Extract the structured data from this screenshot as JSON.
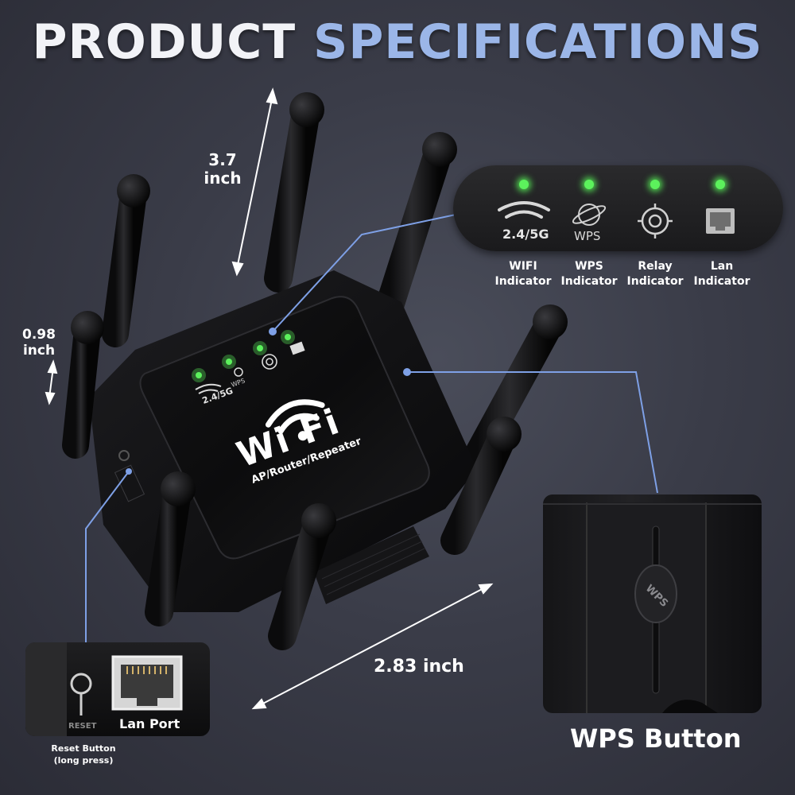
{
  "title": {
    "part1": "PRODUCT ",
    "part2": "SPECIFICATIONS"
  },
  "dimensions": {
    "height_value": "3.7",
    "height_unit": "inch",
    "thickness_value": "0.98",
    "thickness_unit": "inch",
    "width_label": "2.83 inch"
  },
  "indicator_panel": {
    "wifi_icon_text": "2.4/5G",
    "wps_icon_text": "WPS",
    "led_color": "#5cf25c",
    "indicators": [
      {
        "line1": "WIFI",
        "line2": "Indicator"
      },
      {
        "line1": "WPS",
        "line2": "Indicator"
      },
      {
        "line1": "Relay",
        "line2": "Indicator"
      },
      {
        "line1": "Lan",
        "line2": "Indicator"
      }
    ]
  },
  "device": {
    "brand_text": "Wi Fi",
    "subtitle": "AP/Router/Repeater",
    "wifi_icon_text": "2.4/5G",
    "wps_icon_text": "WPS"
  },
  "callouts": {
    "lan_port_label": "Lan Port",
    "reset_printed": "RESET",
    "reset_caption_line1": "Reset Button",
    "reset_caption_line2": "(long press)",
    "wps_button_engraving": "WPS",
    "wps_button_caption": "WPS Button"
  },
  "colors": {
    "accent_blue": "#9bb6e8",
    "leader_line": "#7ea0e6",
    "background": "#3a3c48"
  }
}
